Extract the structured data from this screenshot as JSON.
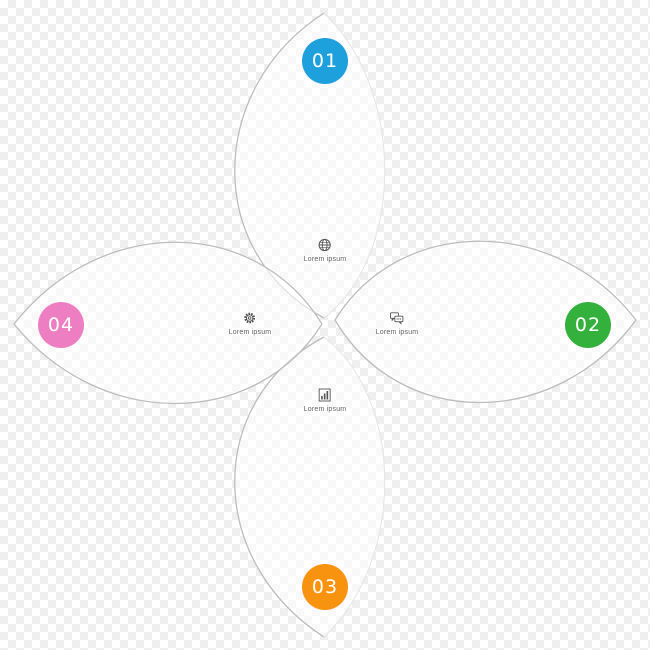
{
  "steps": [
    {
      "number": "01",
      "color": "#1ea0dd",
      "label": "Lorem ipsum",
      "icon": "globe-icon"
    },
    {
      "number": "02",
      "color": "#34b13d",
      "label": "Lorem ipsum",
      "icon": "chat-bubbles-icon"
    },
    {
      "number": "03",
      "color": "#f7930e",
      "label": "Lorem ipsum",
      "icon": "bar-chart-icon"
    },
    {
      "number": "04",
      "color": "#ec7ec1",
      "label": "Lorem ipsum",
      "icon": "gear-icon"
    }
  ]
}
